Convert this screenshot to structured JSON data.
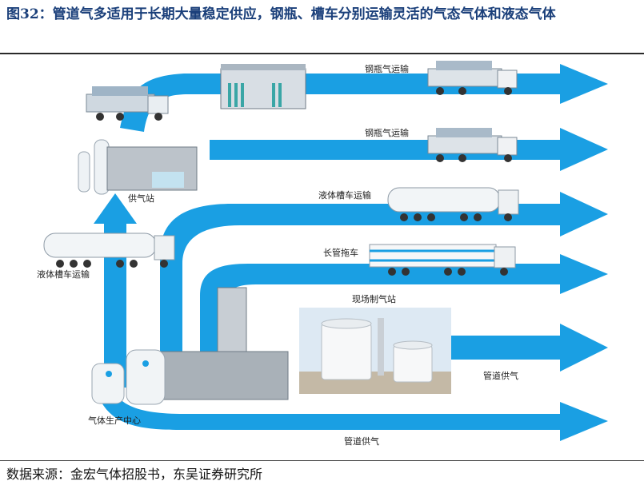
{
  "title": "图32：管道气多适用于长期大量稳定供应，钢瓶、槽车分别运输灵活的气态气体和液态气体",
  "source": "数据来源：金宏气体招股书，东吴证券研究所",
  "labels": {
    "cylinder_transport_1": "钢瓶气运输",
    "cylinder_transport_2": "钢瓶气运输",
    "liquid_tanker_right": "液体槽车运输",
    "long_tube_trailer": "长管拖车",
    "onsite_station": "现场制气站",
    "pipeline_supply_1": "管道供气",
    "pipeline_supply_2": "管道供气",
    "supply_station": "供气站",
    "liquid_tanker_left": "液体槽车运输",
    "production_center": "气体生产中心"
  },
  "colors": {
    "arrow": "#1a9fe3",
    "title": "#1a3f7a"
  }
}
